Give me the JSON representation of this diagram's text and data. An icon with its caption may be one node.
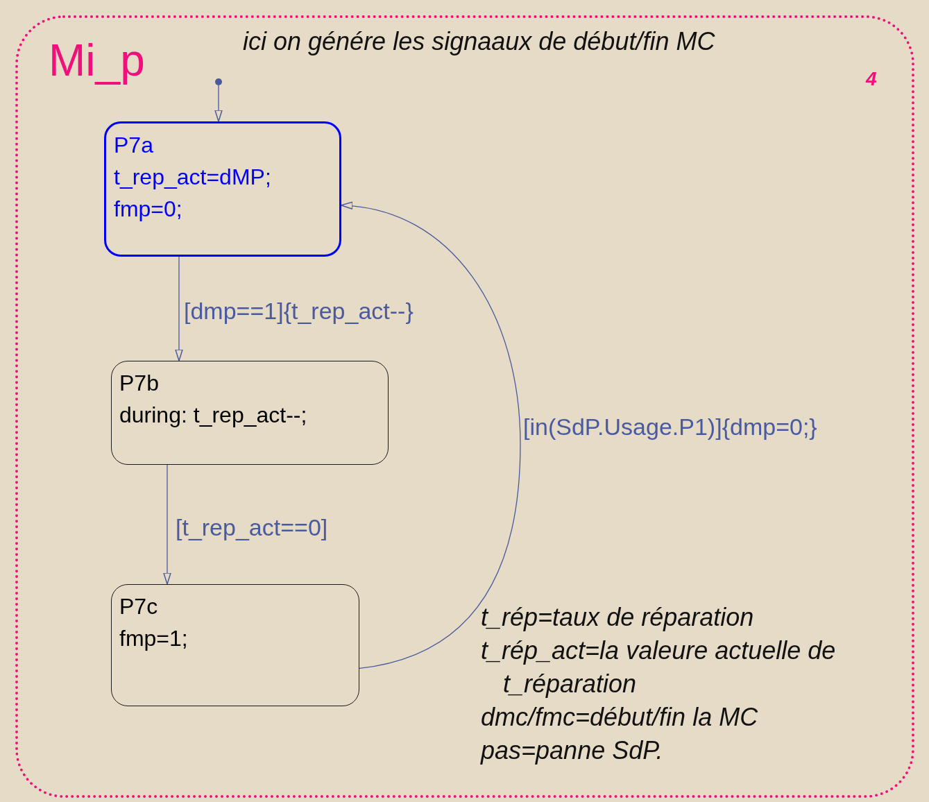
{
  "diagram": {
    "nodes": [
      {
        "text": [
          "Mi_p"
        ]
      },
      {
        "text": [
          "P7a",
          "t_rep_act=dMP;",
          "fmp=0;"
        ],
        "in": 0
      },
      {
        "text": [
          "P7b",
          "during: t_rep_act--;"
        ],
        "in": 0
      },
      {
        "text": [
          "P7c",
          "fmp=1;"
        ],
        "in": 0
      },
      {
        "text": [],
        "shape": "circle",
        "in": 0
      }
    ],
    "edges": [
      {
        "from": 4,
        "to": 1,
        "arrow": "to"
      },
      {
        "from": 1,
        "to": 2,
        "arrow": "to",
        "label": "[dmp==1]{t_rep_act--}"
      },
      {
        "from": 2,
        "to": 3,
        "arrow": "to",
        "label": "[t_rep_act==0]"
      },
      {
        "from": 3,
        "to": 1,
        "arrow": "to",
        "label": "[in(SdP.Usage.P1)]{dmp=0;}"
      }
    ],
    "labels": [
      "ici on génére les signaaux de début/fin MC",
      "4",
      "t_rép=taux de réparation",
      "t_rép_act=la valeure actuelle de t_réparation",
      "dmc/fmc=début/fin la MC",
      "pas=panne SdP."
    ]
  }
}
